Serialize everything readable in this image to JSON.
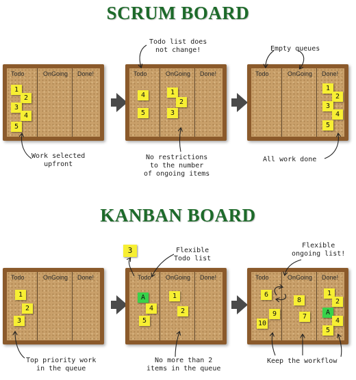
{
  "titles": {
    "scrum": "SCRUM  BOARD",
    "kanban": "KANBAN BOARD"
  },
  "columns": [
    "Todo",
    "OnGoing",
    "Done!"
  ],
  "colors": {
    "title": "#1d6a2a",
    "note": "#f7ef33",
    "note_highlight": "#39d24a",
    "board_frame": "#8b5a2b"
  },
  "scrum": {
    "board1": {
      "notes": [
        "1",
        "2",
        "3",
        "4",
        "5"
      ]
    },
    "board2": {
      "notes": [
        "4",
        "5",
        "1",
        "2",
        "3"
      ]
    },
    "board3": {
      "notes": [
        "1",
        "2",
        "3",
        "4",
        "5"
      ]
    },
    "captions": {
      "top_mid": [
        "Todo list does",
        "not change!"
      ],
      "top_right": [
        "Empty queues"
      ],
      "bottom_left": [
        "Work selected",
        "upfront"
      ],
      "bottom_mid": [
        "No restrictions",
        "to the number",
        "of ongoing items"
      ],
      "bottom_right": [
        "All work done"
      ]
    }
  },
  "kanban": {
    "board1": {
      "notes": [
        "1",
        "2",
        "3"
      ]
    },
    "board2": {
      "top_note": "3",
      "notes": [
        "A",
        "4",
        "5",
        "1",
        "2"
      ]
    },
    "board3": {
      "notes": [
        "6",
        "9",
        "10",
        "8",
        "7",
        "1",
        "2",
        "A",
        "4",
        "5"
      ]
    },
    "captions": {
      "top_mid": [
        "Flexible",
        "Todo list"
      ],
      "top_right": [
        "Flexible",
        "ongoing list!"
      ],
      "bottom_left": [
        "Top priority work",
        "in the queue"
      ],
      "bottom_mid": [
        "No more than 2",
        "items in the queue"
      ],
      "bottom_right": [
        "Keep the workflow"
      ]
    }
  }
}
